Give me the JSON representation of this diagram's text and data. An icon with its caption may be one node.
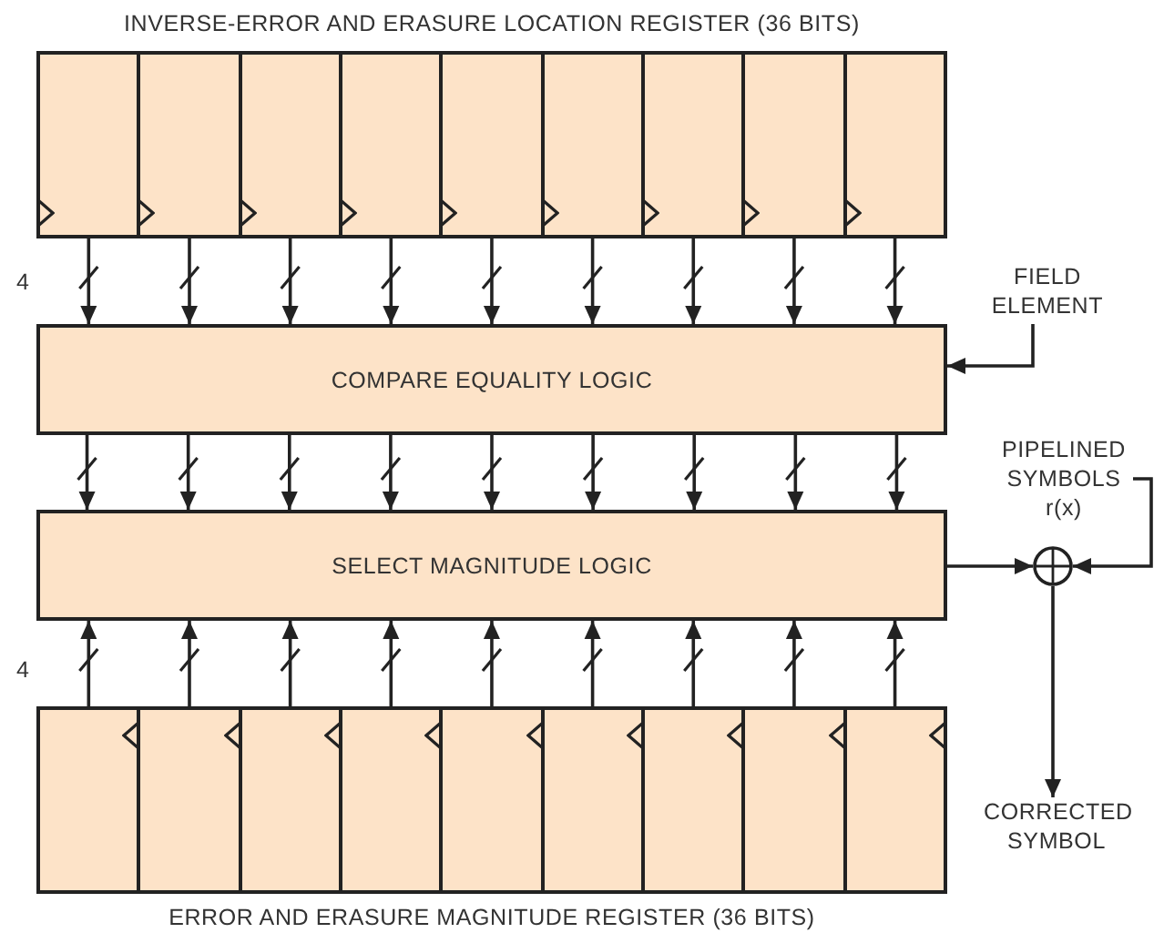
{
  "diagram": {
    "nodes": [
      {
        "text": [
          "INVERSE-ERROR AND ERASURE LOCATION REGISTER (36 BITS)"
        ]
      },
      {
        "text": [],
        "shape": "box",
        "in": 0
      },
      {
        "text": [],
        "shape": "box",
        "in": 0
      },
      {
        "text": [],
        "shape": "box",
        "in": 0
      },
      {
        "text": [],
        "shape": "box",
        "in": 0
      },
      {
        "text": [],
        "shape": "box",
        "in": 0
      },
      {
        "text": [],
        "shape": "box",
        "in": 0
      },
      {
        "text": [],
        "shape": "box",
        "in": 0
      },
      {
        "text": [],
        "shape": "box",
        "in": 0
      },
      {
        "text": [],
        "shape": "box",
        "in": 0
      },
      {
        "text": [
          "FIELD ELEMENT"
        ]
      },
      {
        "text": [
          "COMPARE EQUALITY LOGIC"
        ]
      },
      {
        "text": [
          "SELECT MAGNITUDE LOGIC"
        ]
      },
      {
        "text": [
          "ERROR AND ERASURE MAGNITUDE REGISTER (36 BITS)"
        ]
      },
      {
        "text": [],
        "shape": "box",
        "in": 13
      },
      {
        "text": [],
        "shape": "box",
        "in": 13
      },
      {
        "text": [],
        "shape": "box",
        "in": 13
      },
      {
        "text": [],
        "shape": "box",
        "in": 13
      },
      {
        "text": [],
        "shape": "box",
        "in": 13
      },
      {
        "text": [],
        "shape": "box",
        "in": 13
      },
      {
        "text": [],
        "shape": "box",
        "in": 13
      },
      {
        "text": [],
        "shape": "box",
        "in": 13
      },
      {
        "text": [],
        "shape": "box",
        "in": 13
      },
      {
        "text": [
          "PIPELINED SYMBOLS",
          "r(x)"
        ]
      },
      {
        "text": [],
        "shape": "circle"
      },
      {
        "text": [
          "CORRECTED SYMBOL"
        ]
      }
    ],
    "edges": [
      {
        "from": 1,
        "to": 11,
        "arrow": "to"
      },
      {
        "from": 2,
        "to": 11,
        "arrow": "to"
      },
      {
        "from": 3,
        "to": 11,
        "arrow": "to"
      },
      {
        "from": 4,
        "to": 11,
        "arrow": "to"
      },
      {
        "from": 5,
        "to": 11,
        "arrow": "to"
      },
      {
        "from": 6,
        "to": 11,
        "arrow": "to"
      },
      {
        "from": 7,
        "to": 11,
        "arrow": "to"
      },
      {
        "from": 8,
        "to": 11,
        "arrow": "to"
      },
      {
        "from": 9,
        "to": 11,
        "arrow": "to"
      },
      {
        "from": 10,
        "to": 11,
        "arrow": "to"
      },
      {
        "from": 11,
        "to": 12,
        "arrow": "to"
      },
      {
        "from": 11,
        "to": 12,
        "arrow": "to"
      },
      {
        "from": 11,
        "to": 12,
        "arrow": "to"
      },
      {
        "from": 11,
        "to": 12,
        "arrow": "to"
      },
      {
        "from": 11,
        "to": 12,
        "arrow": "to"
      },
      {
        "from": 11,
        "to": 12,
        "arrow": "to"
      },
      {
        "from": 11,
        "to": 12,
        "arrow": "to"
      },
      {
        "from": 11,
        "to": 12,
        "arrow": "to"
      },
      {
        "from": 11,
        "to": 12,
        "arrow": "to"
      },
      {
        "from": 14,
        "to": 12,
        "arrow": "to"
      },
      {
        "from": 15,
        "to": 12,
        "arrow": "to"
      },
      {
        "from": 16,
        "to": 12,
        "arrow": "to"
      },
      {
        "from": 17,
        "to": 12,
        "arrow": "to"
      },
      {
        "from": 18,
        "to": 12,
        "arrow": "to"
      },
      {
        "from": 19,
        "to": 12,
        "arrow": "to"
      },
      {
        "from": 20,
        "to": 12,
        "arrow": "to"
      },
      {
        "from": 21,
        "to": 12,
        "arrow": "to"
      },
      {
        "from": 22,
        "to": 12,
        "arrow": "to"
      },
      {
        "from": 12,
        "to": 24,
        "arrow": "to"
      },
      {
        "from": 23,
        "to": 24,
        "arrow": "to"
      },
      {
        "from": 24,
        "to": 25,
        "arrow": "to"
      }
    ],
    "labels": [
      "4",
      "4"
    ]
  }
}
